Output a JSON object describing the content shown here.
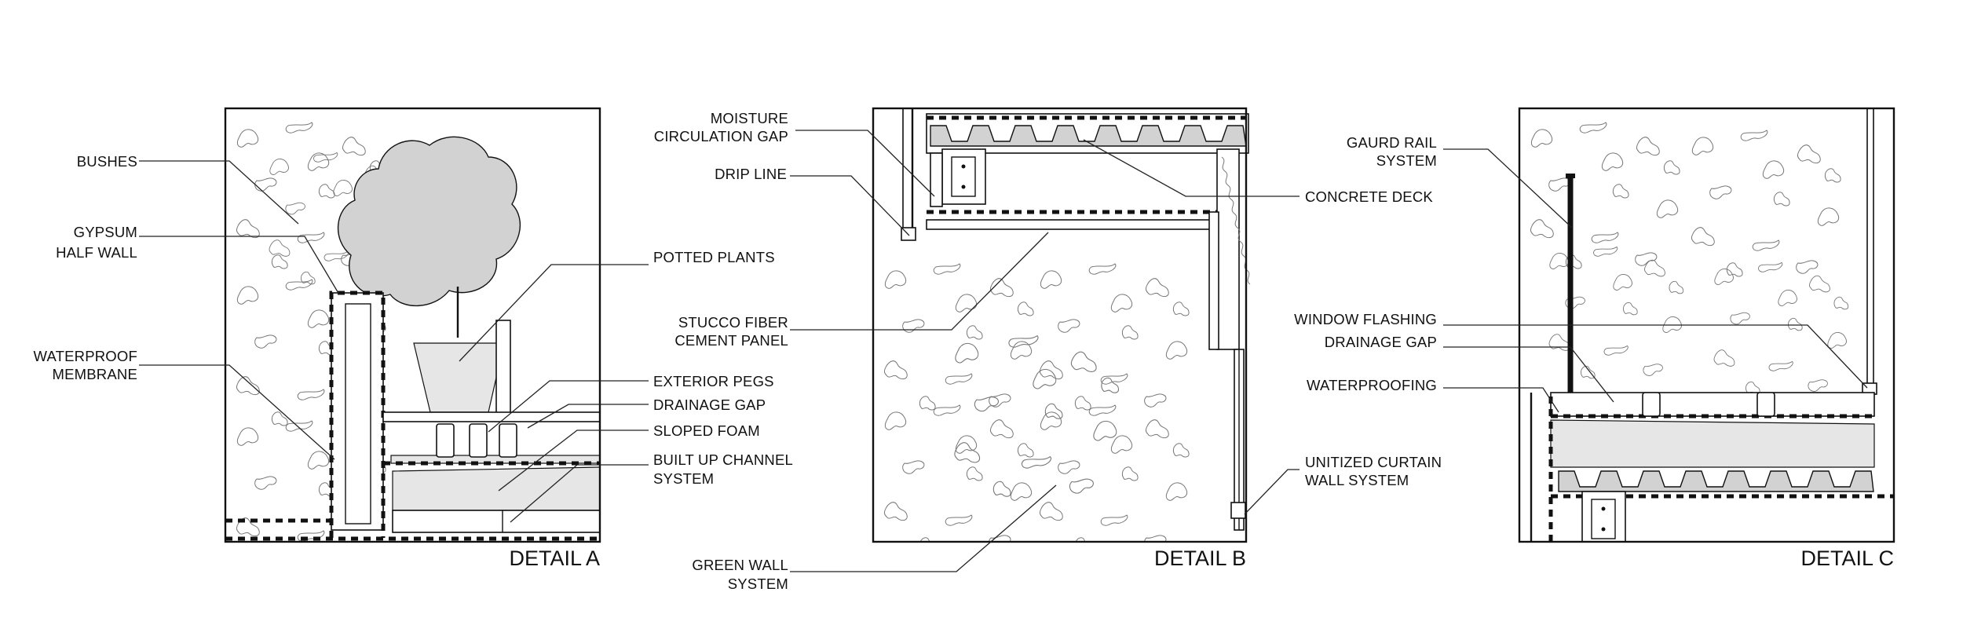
{
  "details": [
    {
      "title": "DETAIL A",
      "labels": {
        "bushes": "BUSHES",
        "gypsum_1": "GYPSUM",
        "gypsum_2": "HALF WALL",
        "waterproof_1": "WATERPROOF",
        "waterproof_2": "MEMBRANE",
        "potted_plants": "POTTED PLANTS",
        "exterior_pegs": "EXTERIOR PEGS",
        "drainage_gap": "DRAINAGE GAP",
        "sloped_foam": "SLOPED FOAM",
        "channel_1": "BUILT UP CHANNEL",
        "channel_2": "SYSTEM"
      }
    },
    {
      "title": "DETAIL B",
      "labels": {
        "moisture_1": "MOISTURE",
        "moisture_2": "CIRCULATION GAP",
        "drip_line": "DRIP LINE",
        "stucco_1": "STUCCO FIBER",
        "stucco_2": "CEMENT PANEL",
        "green_wall_1": "GREEN WALL",
        "green_wall_2": "SYSTEM",
        "concrete_deck": "CONCRETE DECK",
        "curtain_wall_1": "UNITIZED CURTAIN",
        "curtain_wall_2": "WALL SYSTEM"
      }
    },
    {
      "title": "DETAIL C",
      "labels": {
        "guard_rail_1": "GAURD RAIL",
        "guard_rail_2": "SYSTEM",
        "window_flashing": "WINDOW FLASHING",
        "drainage_gap": "DRAINAGE GAP",
        "waterproofing": "WATERPROOFING"
      }
    }
  ]
}
